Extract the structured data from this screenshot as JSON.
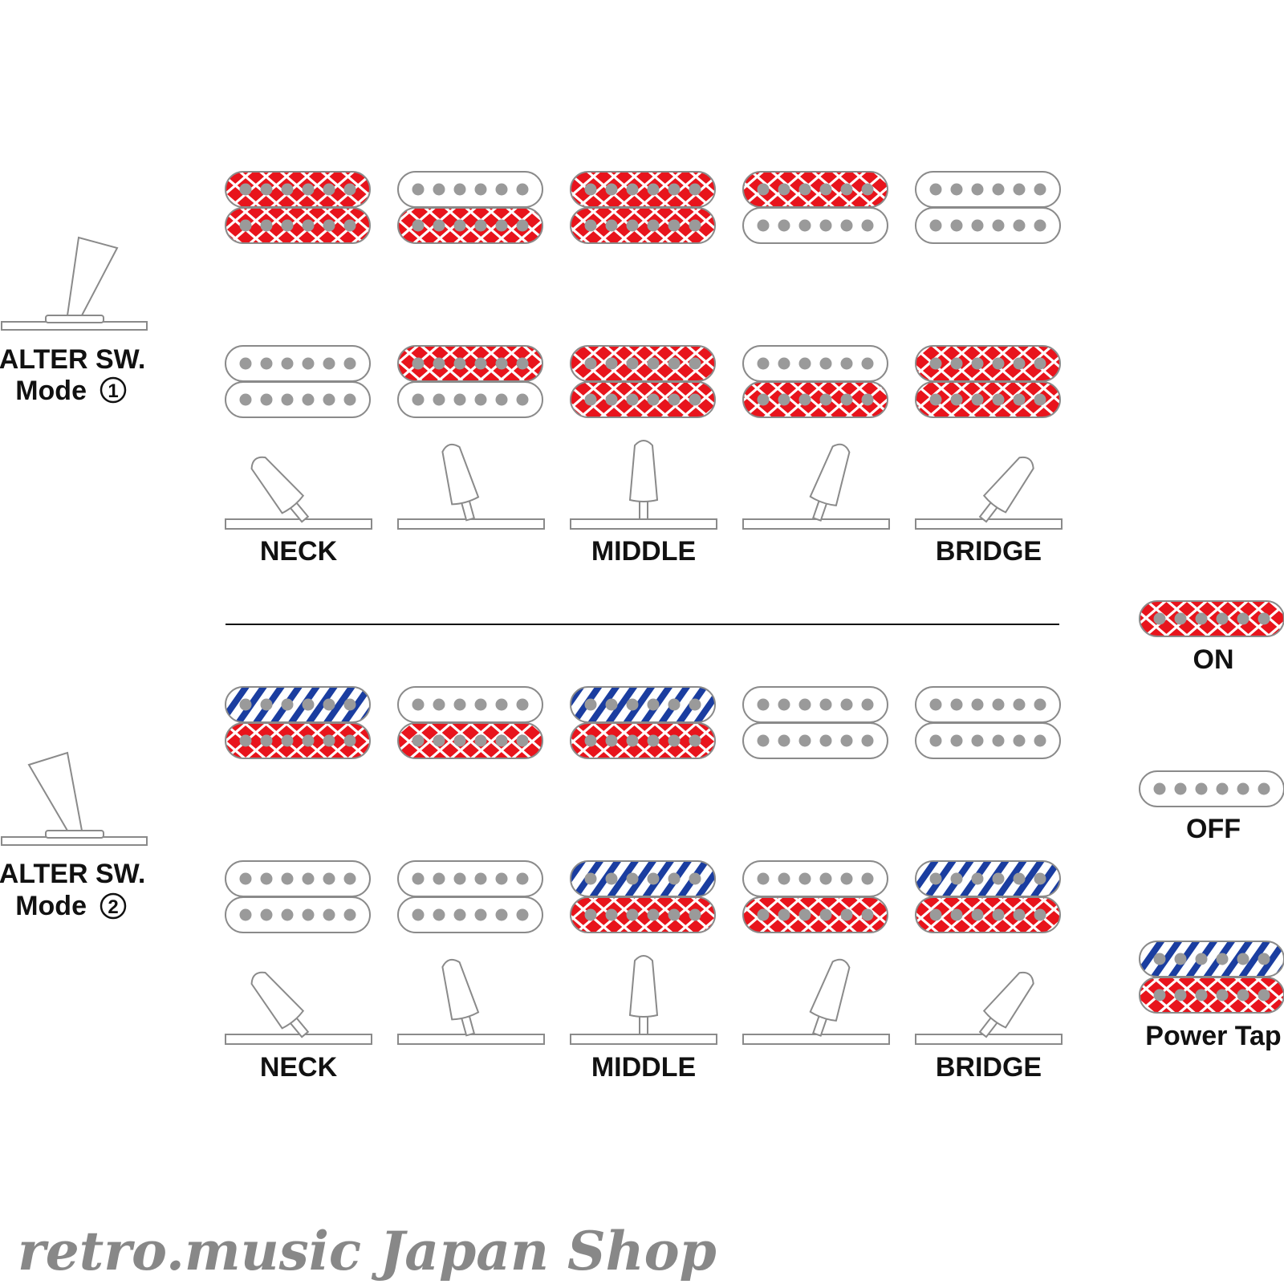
{
  "colors": {
    "on_fill": "#e8141c",
    "tap_stripe": "#1a3da0",
    "outline": "#8a8a8a",
    "pole": "#9a9a9a",
    "ink": "#111111",
    "watermark": "#888888"
  },
  "modes": [
    {
      "id": "mode1",
      "switch_label_line1": "ALTER SW.",
      "switch_label_line2": "Mode",
      "switch_number": "1",
      "alter_lever": "up",
      "positions": [
        {
          "label": "NECK",
          "lever": "far-left",
          "upper": [
            "on",
            "on"
          ],
          "lower": [
            "off",
            "off"
          ]
        },
        {
          "label": "",
          "lever": "left",
          "upper": [
            "off",
            "on"
          ],
          "lower": [
            "on",
            "off"
          ]
        },
        {
          "label": "MIDDLE",
          "lever": "center",
          "upper": [
            "on",
            "on"
          ],
          "lower": [
            "on",
            "on"
          ]
        },
        {
          "label": "",
          "lever": "right",
          "upper": [
            "on",
            "off"
          ],
          "lower": [
            "off",
            "on"
          ]
        },
        {
          "label": "BRIDGE",
          "lever": "far-right",
          "upper": [
            "off",
            "off"
          ],
          "lower": [
            "on",
            "on"
          ]
        }
      ]
    },
    {
      "id": "mode2",
      "switch_label_line1": "ALTER SW.",
      "switch_label_line2": "Mode",
      "switch_number": "2",
      "alter_lever": "down",
      "positions": [
        {
          "label": "NECK",
          "lever": "far-left",
          "upper": [
            "tap",
            "on"
          ],
          "lower": [
            "off",
            "off"
          ]
        },
        {
          "label": "",
          "lever": "left",
          "upper": [
            "off",
            "on"
          ],
          "lower": [
            "off",
            "off"
          ]
        },
        {
          "label": "MIDDLE",
          "lever": "center",
          "upper": [
            "tap",
            "on"
          ],
          "lower": [
            "tap",
            "on"
          ]
        },
        {
          "label": "",
          "lever": "right",
          "upper": [
            "off",
            "off"
          ],
          "lower": [
            "off",
            "on"
          ]
        },
        {
          "label": "BRIDGE",
          "lever": "far-right",
          "upper": [
            "off",
            "off"
          ],
          "lower": [
            "tap",
            "on"
          ]
        }
      ]
    }
  ],
  "legend": [
    {
      "state": "on",
      "label": "ON"
    },
    {
      "state": "off",
      "label": "OFF"
    },
    {
      "state": "power-tap",
      "label": "Power Tap"
    }
  ],
  "watermark": "retro.music Japan Shop"
}
